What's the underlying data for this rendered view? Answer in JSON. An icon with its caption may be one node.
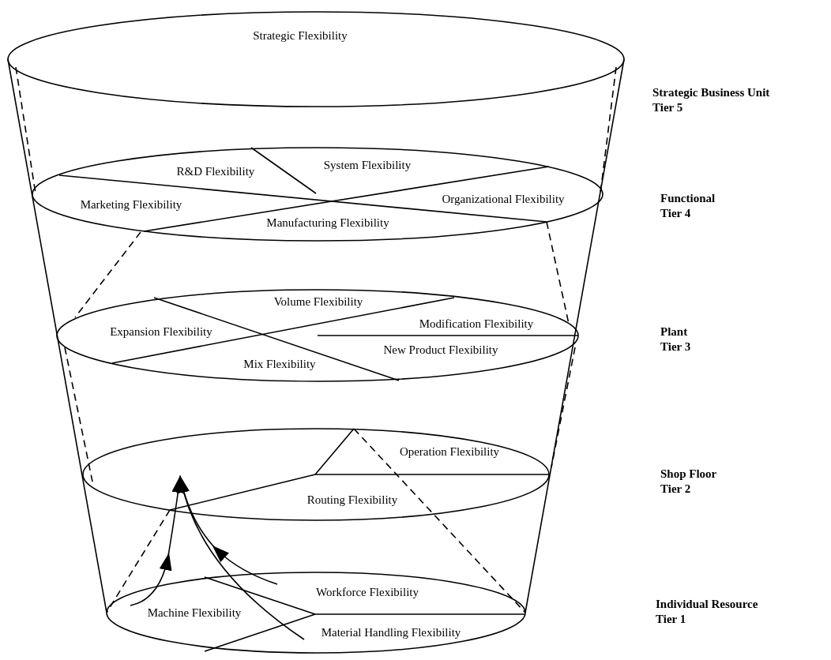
{
  "diagram": {
    "nodes": [
      {
        "text": [],
        "shape": "ellipse",
        "beside": [
          "Strategic Business Unit",
          "Tier 5"
        ]
      },
      {
        "text": [
          "Strategic Flexibility"
        ],
        "in": 0
      },
      {
        "text": [],
        "shape": "ellipse",
        "beside": [
          "Functional",
          "Tier 4"
        ]
      },
      {
        "text": [
          "R&D Flexibility"
        ],
        "in": 2
      },
      {
        "text": [
          "System Flexibility"
        ],
        "in": 2
      },
      {
        "text": [
          "Marketing Flexibility"
        ],
        "in": 2
      },
      {
        "text": [
          "Organizational Flexibility"
        ],
        "in": 2
      },
      {
        "text": [
          "Manufacturing Flexibility"
        ],
        "in": 2
      },
      {
        "text": [],
        "shape": "ellipse",
        "beside": [
          "Plant",
          "Tier 3"
        ]
      },
      {
        "text": [
          "Volume Flexibility"
        ],
        "in": 8
      },
      {
        "text": [
          "Modification Flexibility"
        ],
        "in": 8
      },
      {
        "text": [
          "Expansion Flexibility"
        ],
        "in": 8
      },
      {
        "text": [
          "New Product Flexibility"
        ],
        "in": 8
      },
      {
        "text": [
          "Mix Flexibility"
        ],
        "in": 8
      },
      {
        "text": [],
        "shape": "ellipse",
        "beside": [
          "Shop Floor",
          "Tier 2"
        ]
      },
      {
        "text": [
          "Operation Flexibility"
        ],
        "in": 14
      },
      {
        "text": [
          "Routing Flexibility"
        ],
        "in": 14
      },
      {
        "text": [],
        "shape": "ellipse",
        "beside": [
          "Individual Resource",
          "Tier 1"
        ]
      },
      {
        "text": [
          "Workforce Flexibility"
        ],
        "in": 17
      },
      {
        "text": [
          "Machine Flexibility"
        ],
        "in": 17
      },
      {
        "text": [
          "Material Handling Flexibility"
        ],
        "in": 17
      }
    ],
    "edges": [
      {
        "from": 19,
        "to": 14,
        "arrow": "to"
      },
      {
        "from": 18,
        "to": 14,
        "arrow": "to"
      },
      {
        "from": 20,
        "to": 14,
        "arrow": "to"
      }
    ]
  }
}
